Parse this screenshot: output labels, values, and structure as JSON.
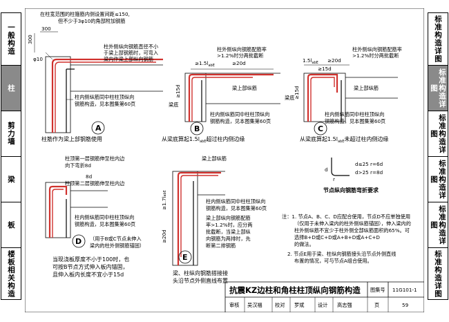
{
  "left_tabs": [
    {
      "label": "一般构造",
      "active": false
    },
    {
      "label": "柱",
      "active": true
    },
    {
      "label": "剪力墙",
      "active": false
    },
    {
      "label": "梁",
      "active": false
    },
    {
      "label": "板",
      "active": false
    },
    {
      "label": "楼板相关构造",
      "active": false
    }
  ],
  "right_tabs": [
    {
      "label": "标准构造详图",
      "active": false
    },
    {
      "label": "标准构造详图",
      "active": true
    },
    {
      "label": "标准构造详图",
      "active": false
    },
    {
      "label": "标准构造详图",
      "active": false
    },
    {
      "label": "标准构造详图",
      "active": false
    },
    {
      "label": "标准构造详图",
      "active": false
    }
  ],
  "detail_a": {
    "note_top_1": "在柱宽范围的柱箍筋内侧设置间距≤150,",
    "note_top_2": "但不少于3φ10的角部附加钢筋",
    "dim_300_h": "300",
    "dim_300_v": "300",
    "dim_phi": "φ10",
    "note_side_1": "柱外侧纵向钢筋直径不小",
    "note_side_2": "于梁上部钢筋时，可弯入",
    "note_side_3": "梁内作梁上部纵向钢筋",
    "note_bottom_1": "柱内侧纵筋同中柱柱顶纵向",
    "note_bottom_2": "钢筋构造，见本图集第60页",
    "label": "A",
    "caption": "柱筋作为梁上部钢筋使用"
  },
  "detail_b": {
    "note_1": "柱外侧纵向钢筋配筋率",
    "note_2": ">1.2%时分两批截断",
    "dim_len": "≥1.5l",
    "dim_len_sub": "abE",
    "dim_20d": "≥20d",
    "dim_15d": "≥15d",
    "beam_top": "梁上部纵筋",
    "beam_bottom": "梁底",
    "note_bottom_1": "柱内侧纵筋同中柱柱顶纵向",
    "note_bottom_2": "钢筋构造，见本图集第60页",
    "label": "B",
    "caption_1": "从梁底算起1.5l",
    "caption_sub": "abE",
    "caption_2": "超过柱内侧边缘"
  },
  "detail_c": {
    "note_1": "柱外侧纵向钢筋配筋率",
    "note_2": ">1.2%时分两批截断",
    "dim_len": "1.5l",
    "dim_len_sub": "abE",
    "dim_20d": "≥20d",
    "dim_15d": "≥15d",
    "dim_15d_v": "≥15d",
    "beam_top": "梁上部纵筋",
    "beam_bottom": "梁底",
    "note_bottom_1": "柱内侧纵筋同中柱柱顶纵向",
    "note_bottom_2": "钢筋构造，见本图集第60页",
    "label": "C",
    "caption_1": "从梁底算起1.5l",
    "caption_sub": "abE",
    "caption_2": "未超过柱内侧边缘"
  },
  "detail_d": {
    "note_1": "柱顶第一层钢筋伸至柱内边",
    "note_2": "向下弯折8d",
    "dim_8d": "8d",
    "note_3": "柱顶第二层钢筋伸至柱内边",
    "note_bottom_1": "柱内侧纵筋同中柱柱顶纵向",
    "note_bottom_2": "钢筋构造，见本图集第60页",
    "label": "D",
    "label_note_1": "（用于B或C节点未伸入",
    "label_note_2": "梁内的柱外侧钢筋锚固）",
    "caption_1": "当现浇板厚度不小于100时，也",
    "caption_2": "可按B节点方式伸入板内锚固，",
    "caption_3": "且伸入板内长度不宜小于15d"
  },
  "detail_e": {
    "beam_top": "梁上部纵筋",
    "dim_17": "≥1.7l",
    "dim_17_sub": "abE",
    "dim_20d": "≥20d",
    "note_1": "柱内侧纵筋同中柱柱顶纵向",
    "note_2": "钢筋构造，见本图集第60页",
    "note_3": "梁上部纵向钢筋配筋",
    "note_4": "率>1.2%时，应分两",
    "note_5": "批截断，当梁上部纵",
    "note_6": "向钢筋为两排时，先",
    "note_7": "断第二排钢筋",
    "label": "E",
    "caption_1": "梁、柱纵向钢筋搭接接",
    "caption_2": "头沿节点外侧直线布置"
  },
  "bend": {
    "d_label": "d",
    "r_label": "r",
    "rule_1": "d≤25  r=6d",
    "rule_2": "d>25  r=8d",
    "caption": "节点纵向钢筋弯折要求"
  },
  "notes": [
    "注：1. 节点A、B、C、D应配合使用，节点D不应单独使用",
    "（仅用于未伸入梁内的柱外侧纵筋锚固），伸入梁内的",
    "柱外侧纵筋不宜少于柱外侧全部纵筋面积的65%。可",
    "选择B+D或C+D或A+B+D或A+C+D",
    "的做法。",
    "2. 节点E用于梁、柱纵向钢筋接头沿节点外侧直线",
    "布置的情况，可与节点A组合使用。"
  ],
  "title_block": {
    "title": "抗震KZ边柱和角柱柱顶纵向钢筋构造",
    "atlas_label": "图集号",
    "atlas_no": "11G101-1",
    "review": "审核",
    "reviewer": "吴汉福",
    "check": "校对",
    "checker": "罗斌",
    "design": "设计",
    "designer": "高志强",
    "page_label": "页",
    "page_no": "59"
  },
  "colors": {
    "rebar": "#d0312d",
    "line": "#000000",
    "active_tab": "#8a8a8a"
  }
}
